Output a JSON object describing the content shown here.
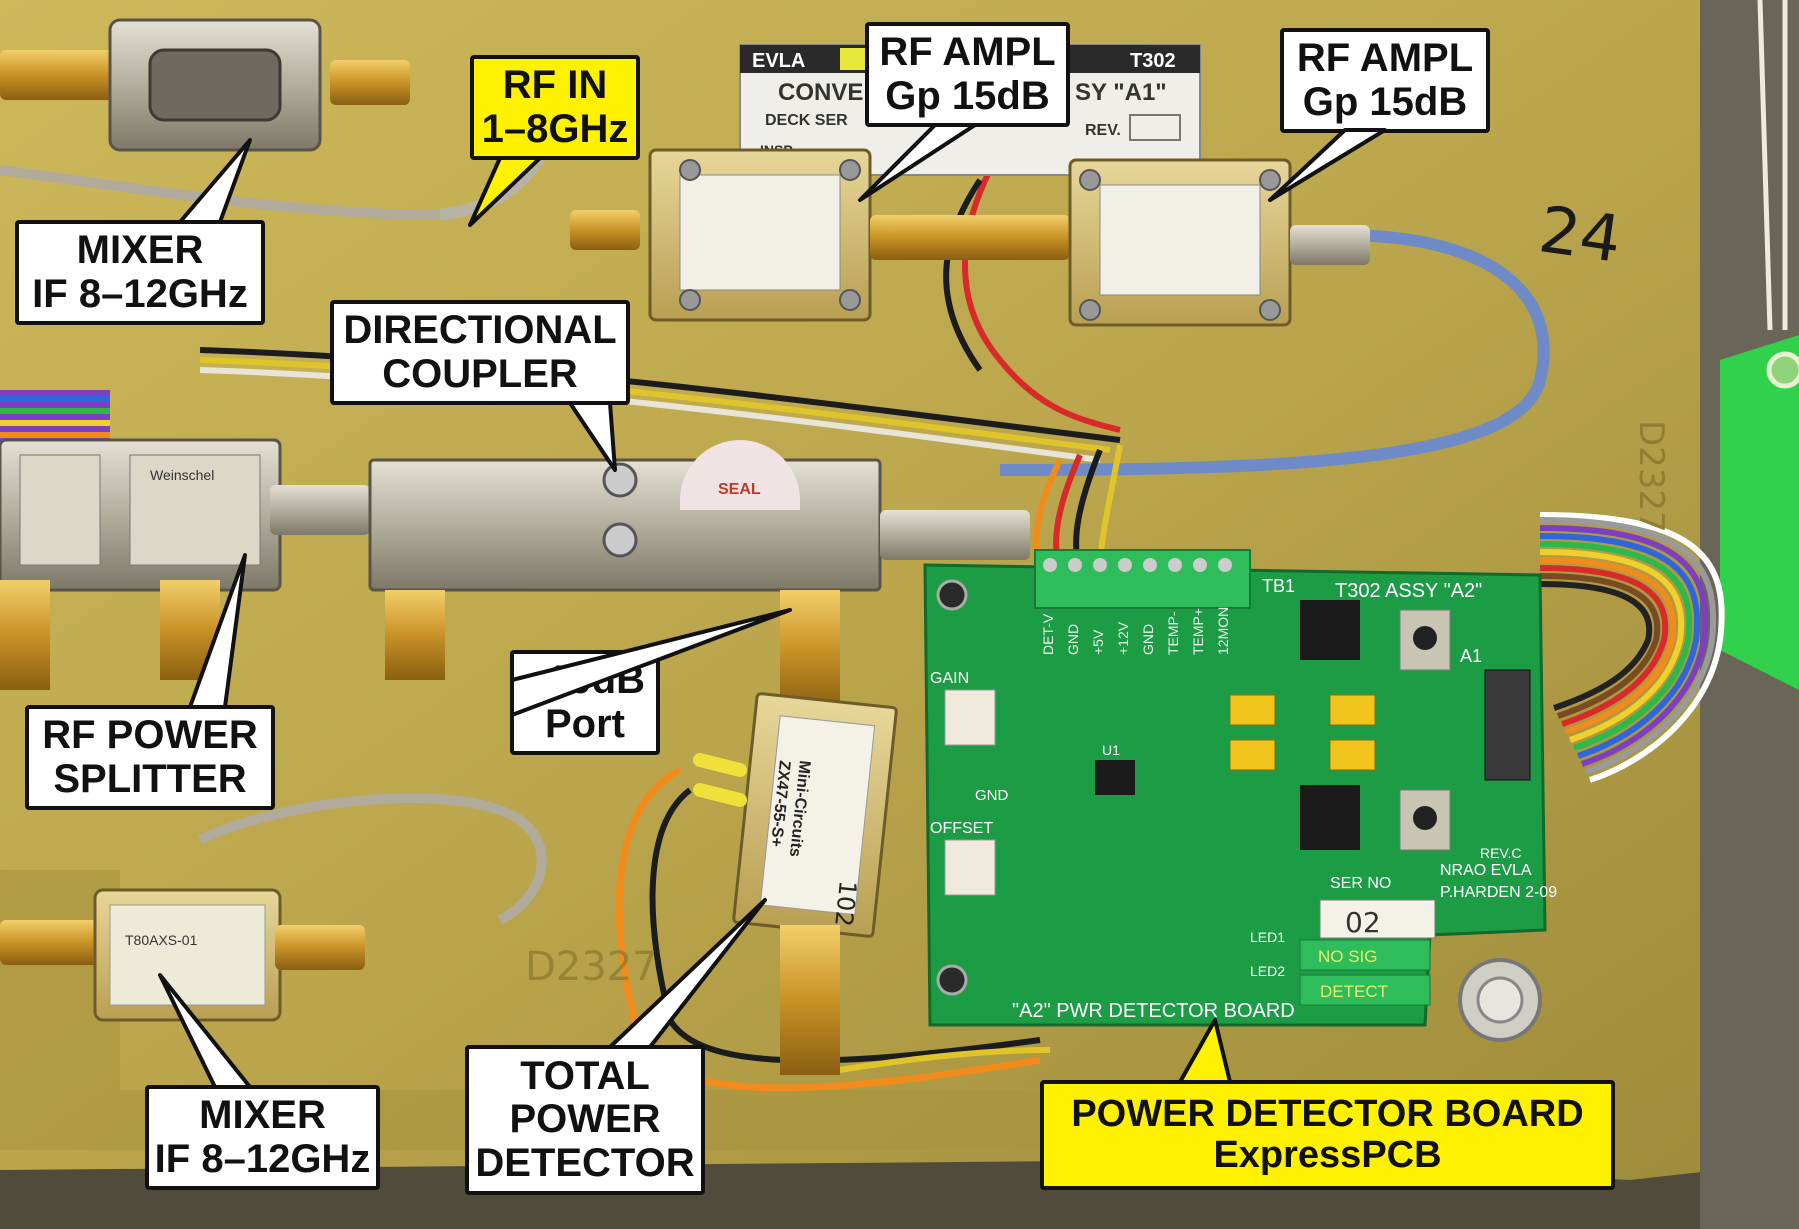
{
  "callouts": {
    "rf_in": {
      "line1": "RF IN",
      "line2": "1–8GHz"
    },
    "rf_ampl_1": {
      "line1": "RF AMPL",
      "line2": "Gp 15dB"
    },
    "rf_ampl_2": {
      "line1": "RF AMPL",
      "line2": "Gp 15dB"
    },
    "mixer_top": {
      "line1": "MIXER",
      "line2": "IF 8–12GHz"
    },
    "directional_coupler": {
      "line1": "DIRECTIONAL",
      "line2": "COUPLER"
    },
    "minus10db_port": {
      "line1": "–10dB",
      "line2": "Port"
    },
    "rf_power_splitter": {
      "line1": "RF POWER",
      "line2": "SPLITTER"
    },
    "mixer_bottom": {
      "line1": "MIXER",
      "line2": "IF 8–12GHz"
    },
    "total_power_detector": {
      "line1": "TOTAL",
      "line2": "POWER",
      "line3": "DETECTOR"
    },
    "power_detector_board": {
      "line1": "POWER DETECTOR BOARD",
      "line2": "ExpressPCB"
    }
  },
  "photo_text": {
    "label_evla": "EVLA",
    "label_t302": "T302",
    "label_conv": "CONVE",
    "label_assy": "SY \"A1\"",
    "label_deck": "DECK SER",
    "label_rev": "REV.",
    "label_insp": "INSP",
    "handwritten_24": "24",
    "board_title": "T302 ASSY \"A2\"",
    "board_tb1": "TB1",
    "board_bottom": "\"A2\" PWR DETECTOR BOARD",
    "board_nrao": "NRAO EVLA",
    "board_harden": "P.HARDEN 2-09",
    "board_rev": "REV.C",
    "board_ser_no": "SER NO",
    "board_ser_value": "02",
    "board_no_sig": "NO SIG",
    "board_detect": "DETECT",
    "board_gain": "GAIN",
    "board_offset": "OFFSET",
    "board_gnd": "GND",
    "board_a1": "A1",
    "board_led1": "LED1",
    "board_led2": "LED2",
    "board_u1": "U1",
    "tb_pins": [
      "DET-V",
      "GND",
      "+5V",
      "+12V",
      "GND",
      "TEMP-",
      "TEMP+",
      "12MON"
    ],
    "detector_brand": "Mini-Circuits",
    "detector_model": "ZX47-55-S+",
    "detector_hand": "102",
    "plate_stamp": "D2327",
    "splitter_brand": "Weinschel",
    "mixer_model": "T80AXS-01",
    "seal_text": "SEAL"
  },
  "colors": {
    "plate": "#bda94e",
    "plate_dark": "#8f7d32",
    "pcb": "#1f9a45",
    "gold": "#d9a635",
    "callout_yellow": "#fff200"
  }
}
